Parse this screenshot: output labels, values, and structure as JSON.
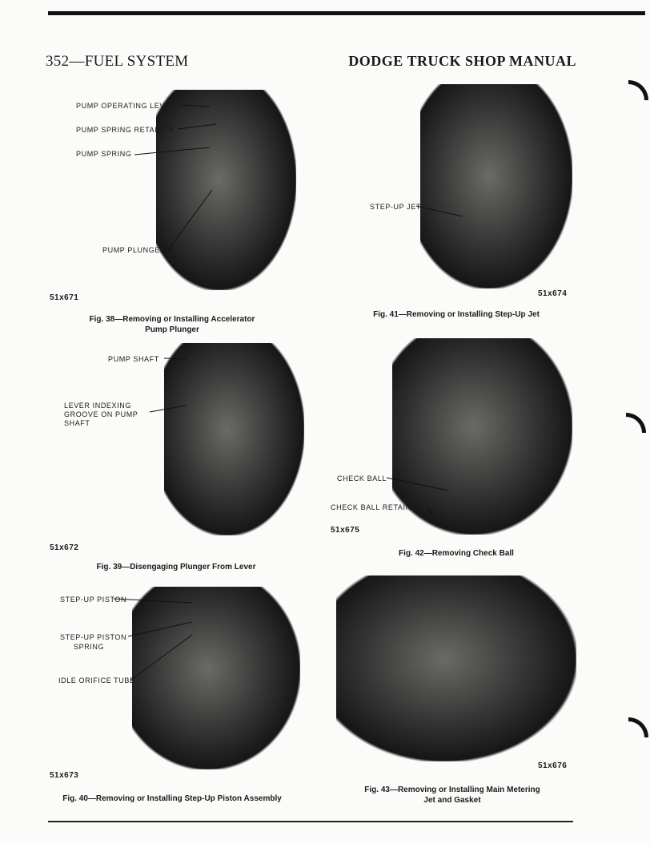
{
  "header": {
    "left": "352—FUEL SYSTEM",
    "right": "DODGE TRUCK SHOP MANUAL"
  },
  "figures": {
    "fig38": {
      "labels": [
        "PUMP OPERATING LEVER",
        "PUMP SPRING RETAINER",
        "PUMP SPRING",
        "PUMP PLUNGER"
      ],
      "code": "51x671",
      "caption": [
        "Fig. 38—Removing or Installing Accelerator",
        "Pump Plunger"
      ]
    },
    "fig41": {
      "labels": [
        "STEP-UP JET"
      ],
      "code": "51x674",
      "caption": [
        "Fig. 41—Removing or Installing Step-Up Jet"
      ]
    },
    "fig39": {
      "labels": [
        "PUMP SHAFT",
        "LEVER INDEXING",
        "GROOVE ON PUMP",
        "SHAFT"
      ],
      "code": "51x672",
      "caption": [
        "Fig. 39—Disengaging Plunger From Lever"
      ]
    },
    "fig42": {
      "labels": [
        "CHECK BALL",
        "CHECK BALL RETAINER"
      ],
      "code": "51x675",
      "caption": [
        "Fig. 42—Removing Check Ball"
      ]
    },
    "fig40": {
      "labels": [
        "STEP-UP PISTON",
        "STEP-UP PISTON",
        "SPRING",
        "IDLE ORIFICE TUBE"
      ],
      "code": "51x673",
      "caption": [
        "Fig. 40—Removing or Installing Step-Up Piston Assembly"
      ]
    },
    "fig43": {
      "code": "51x676",
      "caption": [
        "Fig. 43—Removing or Installing Main Metering",
        "Jet and Gasket"
      ]
    }
  }
}
